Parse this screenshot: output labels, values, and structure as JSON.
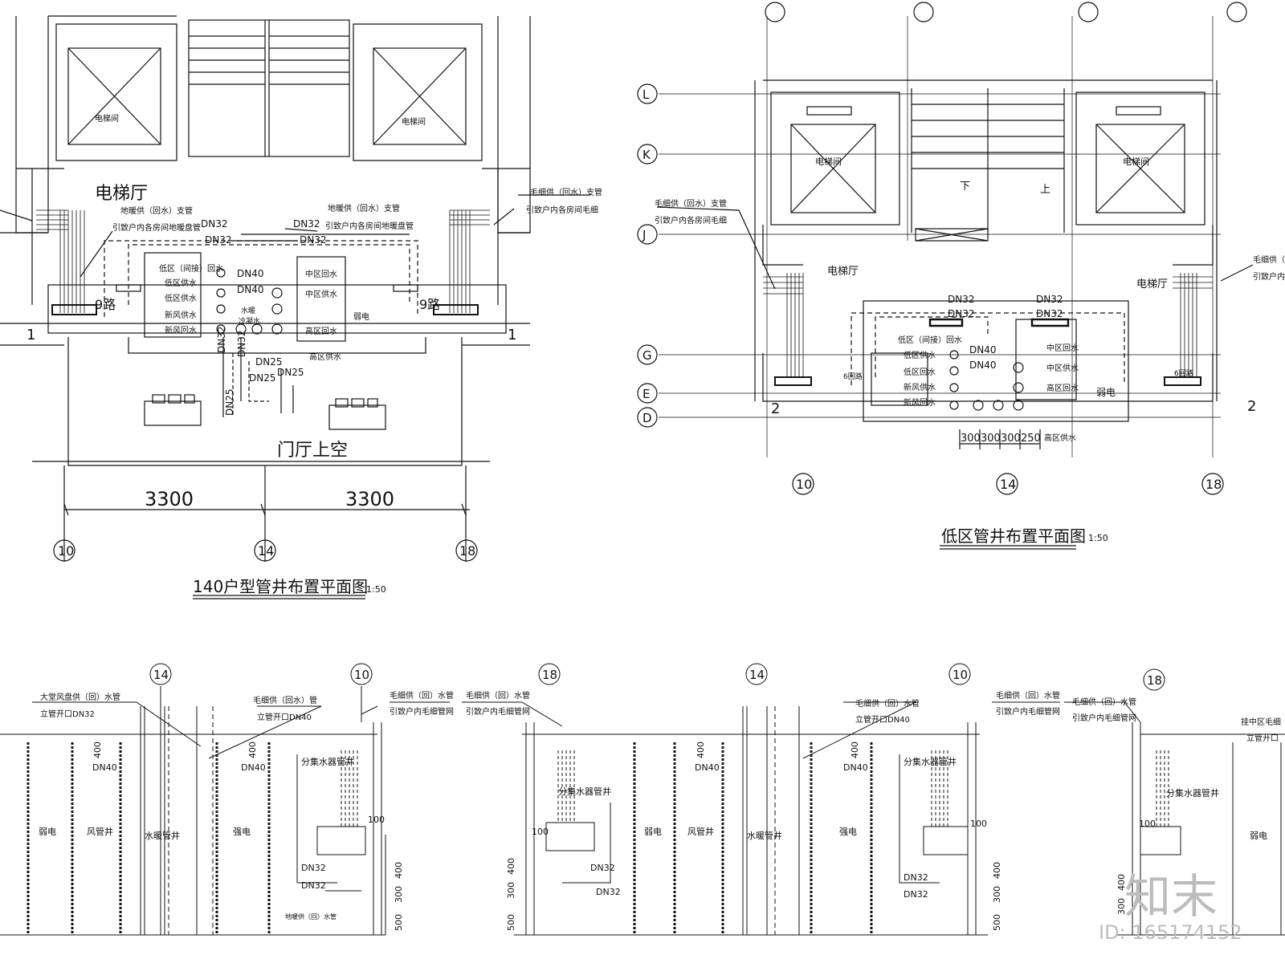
{
  "plan_140": {
    "title": "140户型管井布置平面图",
    "scale": "1:50",
    "rooms": {
      "elevator_left": "电梯间",
      "elevator_right": "电梯间",
      "lobby": "电梯厅",
      "atrium": "门厅上空",
      "weak_current": "弱电"
    },
    "callouts": {
      "floor_heating_branch": "地暖供（回水）支管",
      "floor_heating_branch_note": "引致户内各房间地暖盘管",
      "cap_branch": "毛细供（回水）支管",
      "cap_branch_note": "引致户内各房间毛细",
      "nine_loops_left": "9路",
      "nine_loops_right": "9路"
    },
    "pipes": {
      "low_return": "低区（间接）回水",
      "low_supply": "低区供水",
      "fresh_supply": "新风供水",
      "fresh_return": "新风回水",
      "mid_return": "中区回水",
      "mid_supply": "中区供水",
      "high_return": "高区回水",
      "high_supply": "高区供水",
      "cold_water": "冷凝水",
      "heating": "水暖"
    },
    "dn": [
      "DN32",
      "DN32",
      "DN32",
      "DN32",
      "DN40",
      "DN40",
      "DN25",
      "DN25",
      "DN25",
      "DN25",
      "DN32",
      "DN32"
    ],
    "dims": [
      "3300",
      "3300"
    ],
    "axes": [
      "10",
      "14",
      "18"
    ],
    "section_marks": [
      "1",
      "1"
    ]
  },
  "plan_low": {
    "title": "低区管井布置平面图",
    "scale": "1:50",
    "rooms": {
      "elevator_left": "电梯间",
      "elevator_right": "电梯间",
      "lobby_left": "电梯厅",
      "lobby_right": "电梯厅",
      "down": "下",
      "up": "上",
      "weak_current": "弱电"
    },
    "callouts": {
      "cap_branch_left": "毛细供（回水）支管",
      "cap_branch_left_note": "引致户内各房间毛细",
      "cap_branch_right": "毛细供（回水）支管",
      "cap_branch_right_note": "引致户内各房间毛细",
      "six_loops_left": "6回路",
      "six_loops_right": "6回路"
    },
    "pipes": {
      "low_return": "低区（间接）回水",
      "low_supply": "低区供水",
      "low_water": "低区回水",
      "fresh_supply": "新风供水",
      "fresh_return": "新风回水",
      "mid_return": "中区回水",
      "mid_supply": "中区供水",
      "high_return": "高区回水",
      "high_supply": "高区供水"
    },
    "dn": [
      "DN32",
      "DN32",
      "DN32",
      "DN32",
      "DN40",
      "DN40"
    ],
    "dims": [
      "300",
      "300",
      "300",
      "250"
    ],
    "axes_v": [
      "10",
      "14",
      "18"
    ],
    "axes_h": [
      "L",
      "K",
      "J",
      "G",
      "E",
      "D"
    ],
    "section_marks": [
      "2",
      "2"
    ]
  },
  "sections": {
    "s1": {
      "axes": [
        "14",
        "10"
      ],
      "notes": [
        "大堂风盘供（回）水管",
        "立管开口DN32",
        "毛细供（回水）管",
        "立管开口DN40",
        "毛细供（回）水管",
        "引致户内毛细管网"
      ],
      "rooms": [
        "弱电",
        "风管井",
        "水暖管井",
        "强电"
      ],
      "manifold": "分集水器管井",
      "dn": [
        "DN40",
        "DN40",
        "DN32",
        "DN32"
      ],
      "dims": [
        "400",
        "400",
        "100",
        "400",
        "300",
        "500"
      ],
      "bottom_note": "地暖供（回）水管"
    },
    "s2": {
      "axes": [
        "18",
        "14",
        "10"
      ],
      "notes": [
        "毛细供（回）水管",
        "引致户内毛细管网",
        "毛细供（回）水管",
        "立管开口DN40",
        "毛细供（回）水管",
        "引致户内毛细管网"
      ],
      "rooms": [
        "弱电",
        "风管井",
        "水暖管井",
        "强电"
      ],
      "manifold": "分集水器管井",
      "dn": [
        "DN40",
        "DN40",
        "DN32",
        "DN32",
        "DN32",
        "DN32"
      ],
      "dims": [
        "400",
        "400",
        "100",
        "100",
        "400",
        "300",
        "500",
        "400",
        "300",
        "500"
      ]
    },
    "s3": {
      "axes": [
        "18"
      ],
      "notes": [
        "毛细供（回）水管",
        "引致户内毛细管网",
        "挂中区毛细",
        "立管开口"
      ],
      "rooms": [
        "弱电"
      ],
      "manifold": "分集水器管井",
      "dims": [
        "100",
        "400",
        "300"
      ]
    }
  },
  "watermark": {
    "logo": "知末",
    "id": "ID: 165174152"
  }
}
